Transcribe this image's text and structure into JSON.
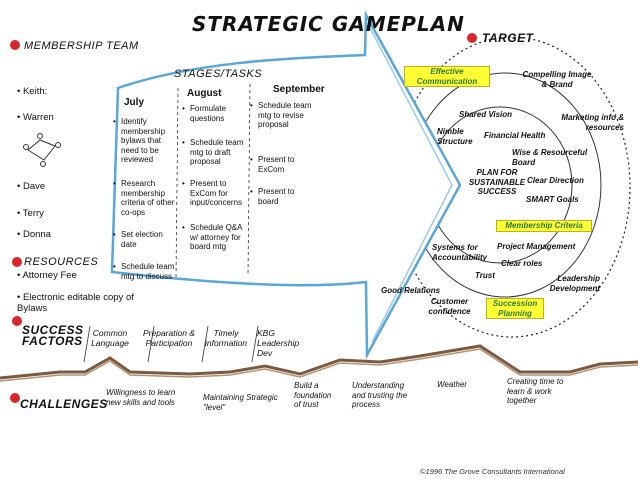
{
  "title": "STRATEGIC  GAMEPLAN",
  "target_label": "TARGET",
  "membership": {
    "heading": "MEMBERSHIP TEAM",
    "members": [
      "• Keith:",
      "• Warren",
      "• Dave",
      "• Terry",
      "• Donna"
    ]
  },
  "resources": {
    "heading": "RESOURCES",
    "items": [
      "• Attorney Fee",
      "• Electronic editable copy of Bylaws"
    ]
  },
  "stages": {
    "heading": "STAGES/TASKS",
    "columns": [
      {
        "month": "July",
        "tasks": [
          "Identify membership bylaws that need to be reviewed",
          "Research membership criteria of other co-ops",
          "Set election date",
          "Schedule team mtg to discuss"
        ]
      },
      {
        "month": "August",
        "tasks": [
          "Formulate questions",
          "Schedule team mtg to draft proposal",
          "Present to ExCom for input/concerns",
          "Schedule Q&A w/ attorney for board mtg"
        ]
      },
      {
        "month": "September",
        "tasks": [
          "Schedule team mtg to revise proposal",
          "Present to ExCom",
          "Present to board"
        ]
      }
    ]
  },
  "target": {
    "center": "PLAN FOR SUSTAINABLE SUCCESS",
    "highlighted": [
      "Effective Communication",
      "Membership Criteria",
      "Succession Planning"
    ],
    "items": [
      "Compelling Image & Brand",
      "Shared Vision",
      "Marketing info & resources",
      "Nimble Structure",
      "Financial Health",
      "Wise & Resourceful Board",
      "Clear Direction",
      "SMART Goals",
      "Project Management",
      "Systems for Accountability",
      "Clear roles",
      "Trust",
      "Leadership Development",
      "Good Relations",
      "Customer confidence"
    ]
  },
  "success_factors": {
    "heading": "SUCCESS FACTORS",
    "items": [
      "Common Language",
      "Preparation & Participation",
      "Timely information",
      "KBG Leadership Dev"
    ]
  },
  "challenges": {
    "heading": "CHALLENGES",
    "items": [
      "Willingness to learn new skills and tools",
      "Maintaining Strategic \"level\"",
      "Build a foundation of trust",
      "Understanding and trusting the process",
      "Weather",
      "Creating time to learn & work together"
    ]
  },
  "copyright": "©1996 The Grove Consultants International",
  "colors": {
    "accent_red": "#d9262b",
    "arrow_blue": "#5aa6d8",
    "highlight_yellow": "#ffff33",
    "highlight_text": "#2b7a2b"
  }
}
